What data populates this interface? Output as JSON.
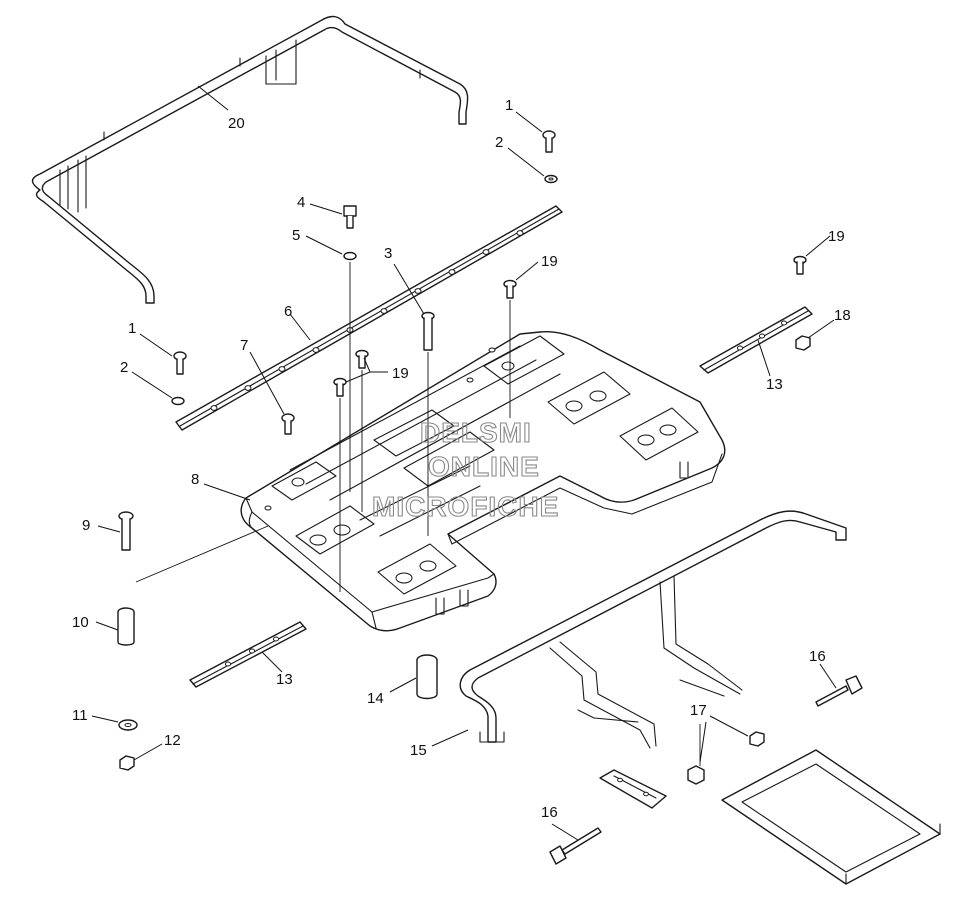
{
  "watermark": {
    "line1": "DELSMI",
    "line2": "ONLINE",
    "line3": "MICROFICHE"
  },
  "callouts": {
    "c1a": "1",
    "c2a": "2",
    "c20": "20",
    "c4": "4",
    "c5": "5",
    "c3": "3",
    "c19a": "19",
    "c19b": "19",
    "c19c": "19",
    "c6": "6",
    "c1b": "1",
    "c2b": "2",
    "c7": "7",
    "c18": "18",
    "c13a": "13",
    "c8": "8",
    "c9": "9",
    "c10": "10",
    "c13b": "13",
    "c14": "14",
    "c11": "11",
    "c12": "12",
    "c15": "15",
    "c16a": "16",
    "c17": "17",
    "c16b": "16"
  }
}
